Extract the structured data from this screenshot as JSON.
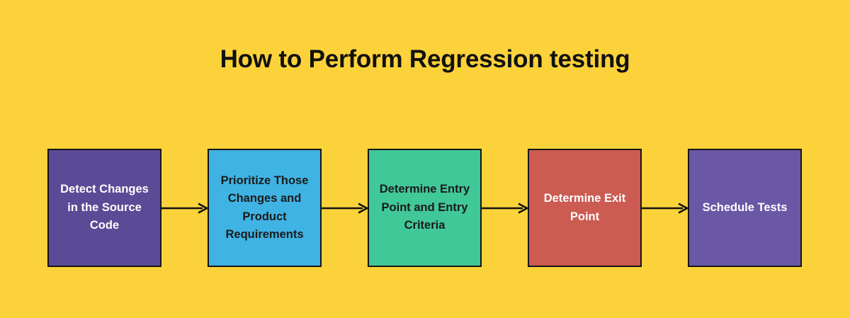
{
  "diagram": {
    "title": "How to Perform Regression testing",
    "background_color": "#FCD23B",
    "title_color": "#111111",
    "type": "horizontal-flowchart",
    "steps": [
      {
        "index": 1,
        "label": "Detect Changes in the Source Code",
        "fill_color": "#5B4B96",
        "text_color": "#FFFFFF",
        "border_color": "#161616"
      },
      {
        "index": 2,
        "label": "Prioritize Those Changes and Product Requirements",
        "fill_color": "#3FB3E3",
        "text_color": "#1A1A1A",
        "border_color": "#161616"
      },
      {
        "index": 3,
        "label": "Determine Entry Point and Entry Criteria",
        "fill_color": "#41C898",
        "text_color": "#1A1A1A",
        "border_color": "#161616"
      },
      {
        "index": 4,
        "label": "Determine Exit Point",
        "fill_color": "#CC5B52",
        "text_color": "#FFFFFF",
        "border_color": "#161616"
      },
      {
        "index": 5,
        "label": "Schedule Tests",
        "fill_color": "#6A58A6",
        "text_color": "#FFFFFF",
        "border_color": "#161616"
      }
    ],
    "connectors": [
      {
        "from": 1,
        "to": 2,
        "style": "arrow-right",
        "color": "#111111"
      },
      {
        "from": 2,
        "to": 3,
        "style": "arrow-right",
        "color": "#111111"
      },
      {
        "from": 3,
        "to": 4,
        "style": "arrow-right",
        "color": "#111111"
      },
      {
        "from": 4,
        "to": 5,
        "style": "arrow-right",
        "color": "#111111"
      }
    ]
  }
}
